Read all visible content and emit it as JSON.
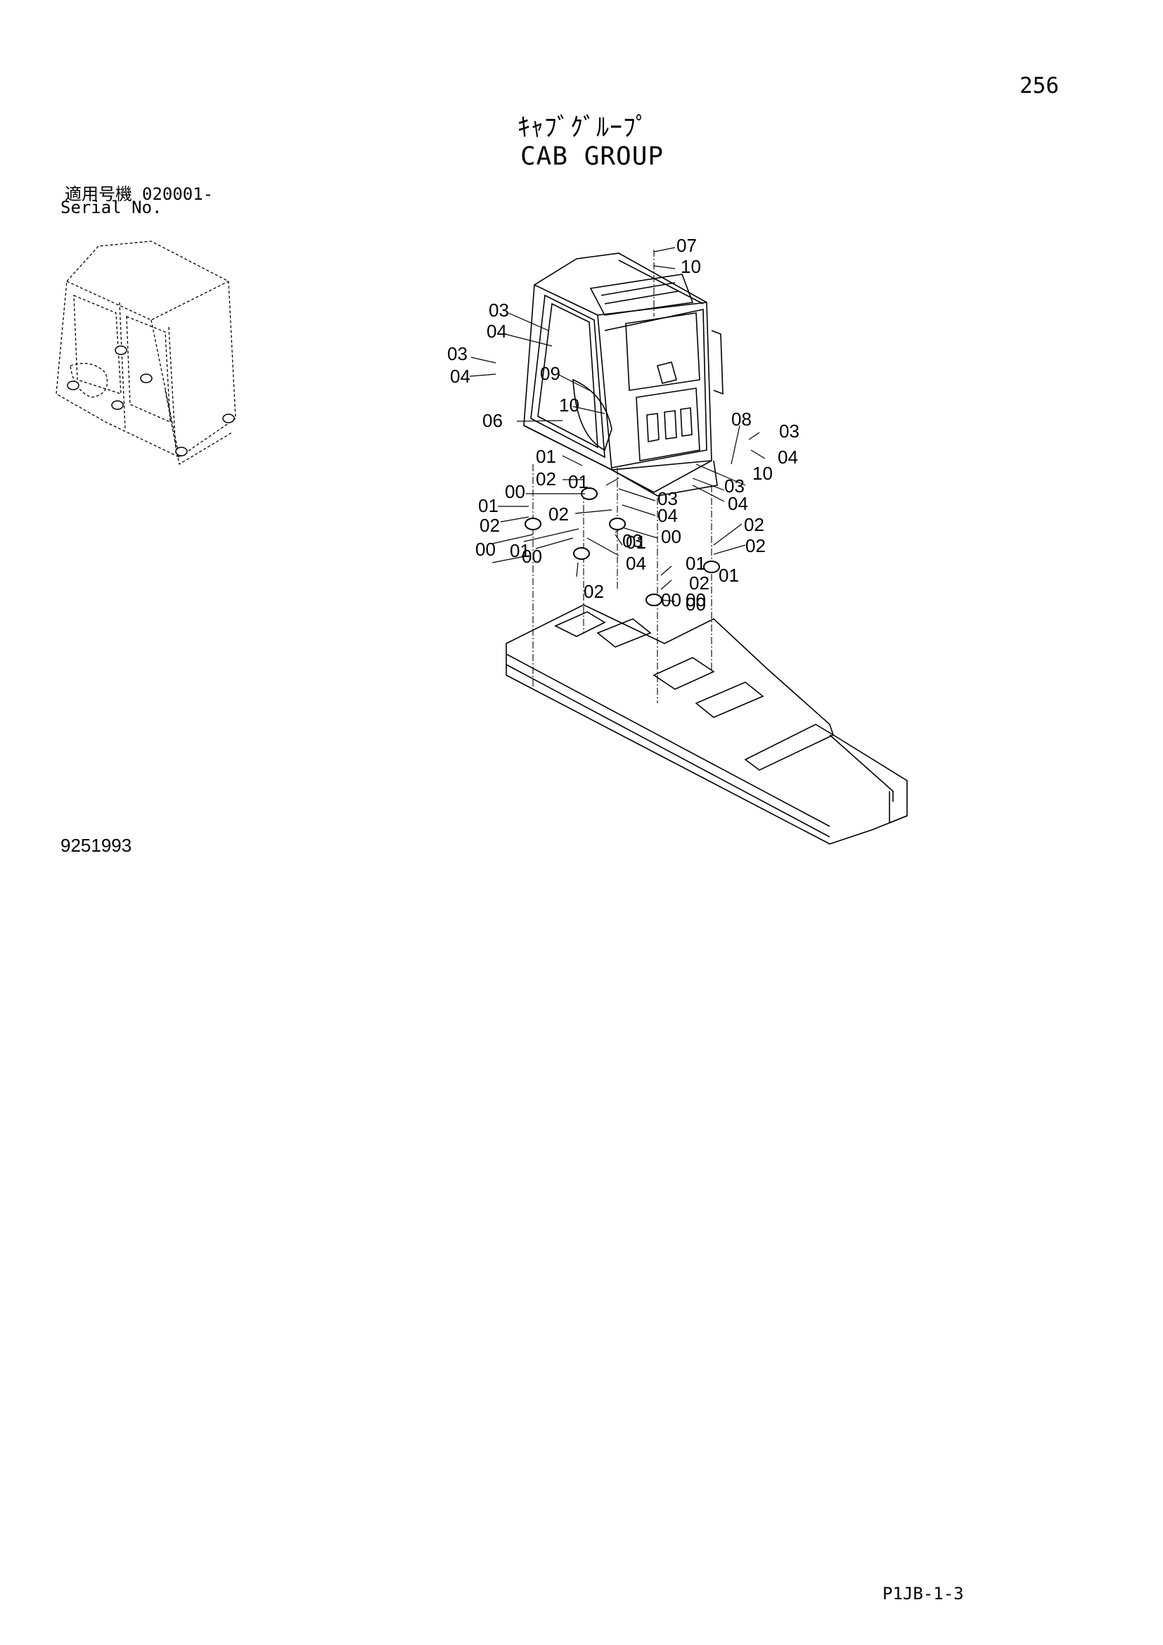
{
  "page_number": "256",
  "title_jp": "ｷｬﾌﾞｸﾞﾙｰﾌﾟ",
  "title_en": "CAB GROUP",
  "serial": {
    "label_jp": "適用号機",
    "value": "020001-",
    "label_en": "Serial No."
  },
  "drawing_number": "9251993",
  "page_reference": "P1JB-1-3",
  "callouts": [
    "07",
    "10",
    "03",
    "04",
    "03",
    "04",
    "09",
    "10",
    "06",
    "08",
    "03",
    "04",
    "10",
    "01",
    "02",
    "01",
    "03",
    "04",
    "03",
    "04",
    "00",
    "01",
    "02",
    "02",
    "00",
    "01",
    "02",
    "00",
    "01",
    "02",
    "03",
    "00",
    "04",
    "01",
    "02",
    "00",
    "01",
    "02",
    "00",
    "00"
  ]
}
